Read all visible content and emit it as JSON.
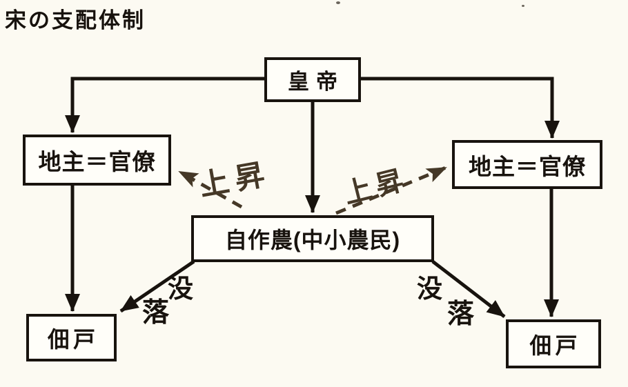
{
  "page": {
    "title": "宋の支配体制"
  },
  "nodes": {
    "emperor": {
      "label": "皇帝"
    },
    "landlord_left": {
      "label": "地主＝官僚"
    },
    "landlord_right": {
      "label": "地主＝官僚"
    },
    "farmers": {
      "label": "自作農(中小農民)"
    },
    "tenant_left": {
      "label": "佃戸"
    },
    "tenant_right": {
      "label": "佃戸"
    }
  },
  "arrows": {
    "rise_left": {
      "label": "上昇"
    },
    "rise_right": {
      "label": "上昇"
    },
    "decline_left": {
      "label": "没落",
      "chars": [
        "没",
        "落"
      ]
    },
    "decline_right": {
      "label": "没落",
      "chars": [
        "没",
        "落"
      ]
    }
  },
  "colors": {
    "ink": "#18130e",
    "handwriting": "#453827",
    "paper": "#fcfaf2",
    "box_fill": "#fffef9"
  }
}
